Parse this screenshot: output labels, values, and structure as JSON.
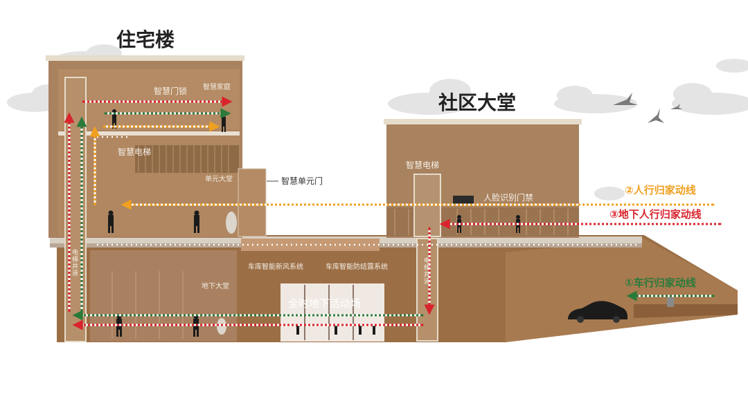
{
  "titles": {
    "residential": "住宅楼",
    "lobby": "社区大堂"
  },
  "labels": {
    "smart_lock": "智慧门锁",
    "smart_home": "智慧家庭",
    "smart_elevator_res": "智慧电梯",
    "unit_hall": "单元大堂",
    "smart_unit_door": "智慧单元门",
    "smart_elevator_lobby": "智慧电梯",
    "face_access": "人脸识别门禁",
    "shaft_left": "电梯井道",
    "shaft_right": "电梯井道",
    "underground_hall": "地下大堂",
    "fresh_air": "车库智能新风系统",
    "anti_fog": "车库智能防结露系统",
    "activity_hall": "全时地下活动场"
  },
  "legend": {
    "pedestrian": "②人行归家动线",
    "underground_pedestrian": "③地下人行归家动线",
    "vehicle": "①车行归家动线"
  },
  "colors": {
    "pedestrian": "#f0a020",
    "underground_pedestrian": "#d9232d",
    "vehicle": "#2a7a3a",
    "building": "#a9825f",
    "ground": "#9b6e45"
  }
}
